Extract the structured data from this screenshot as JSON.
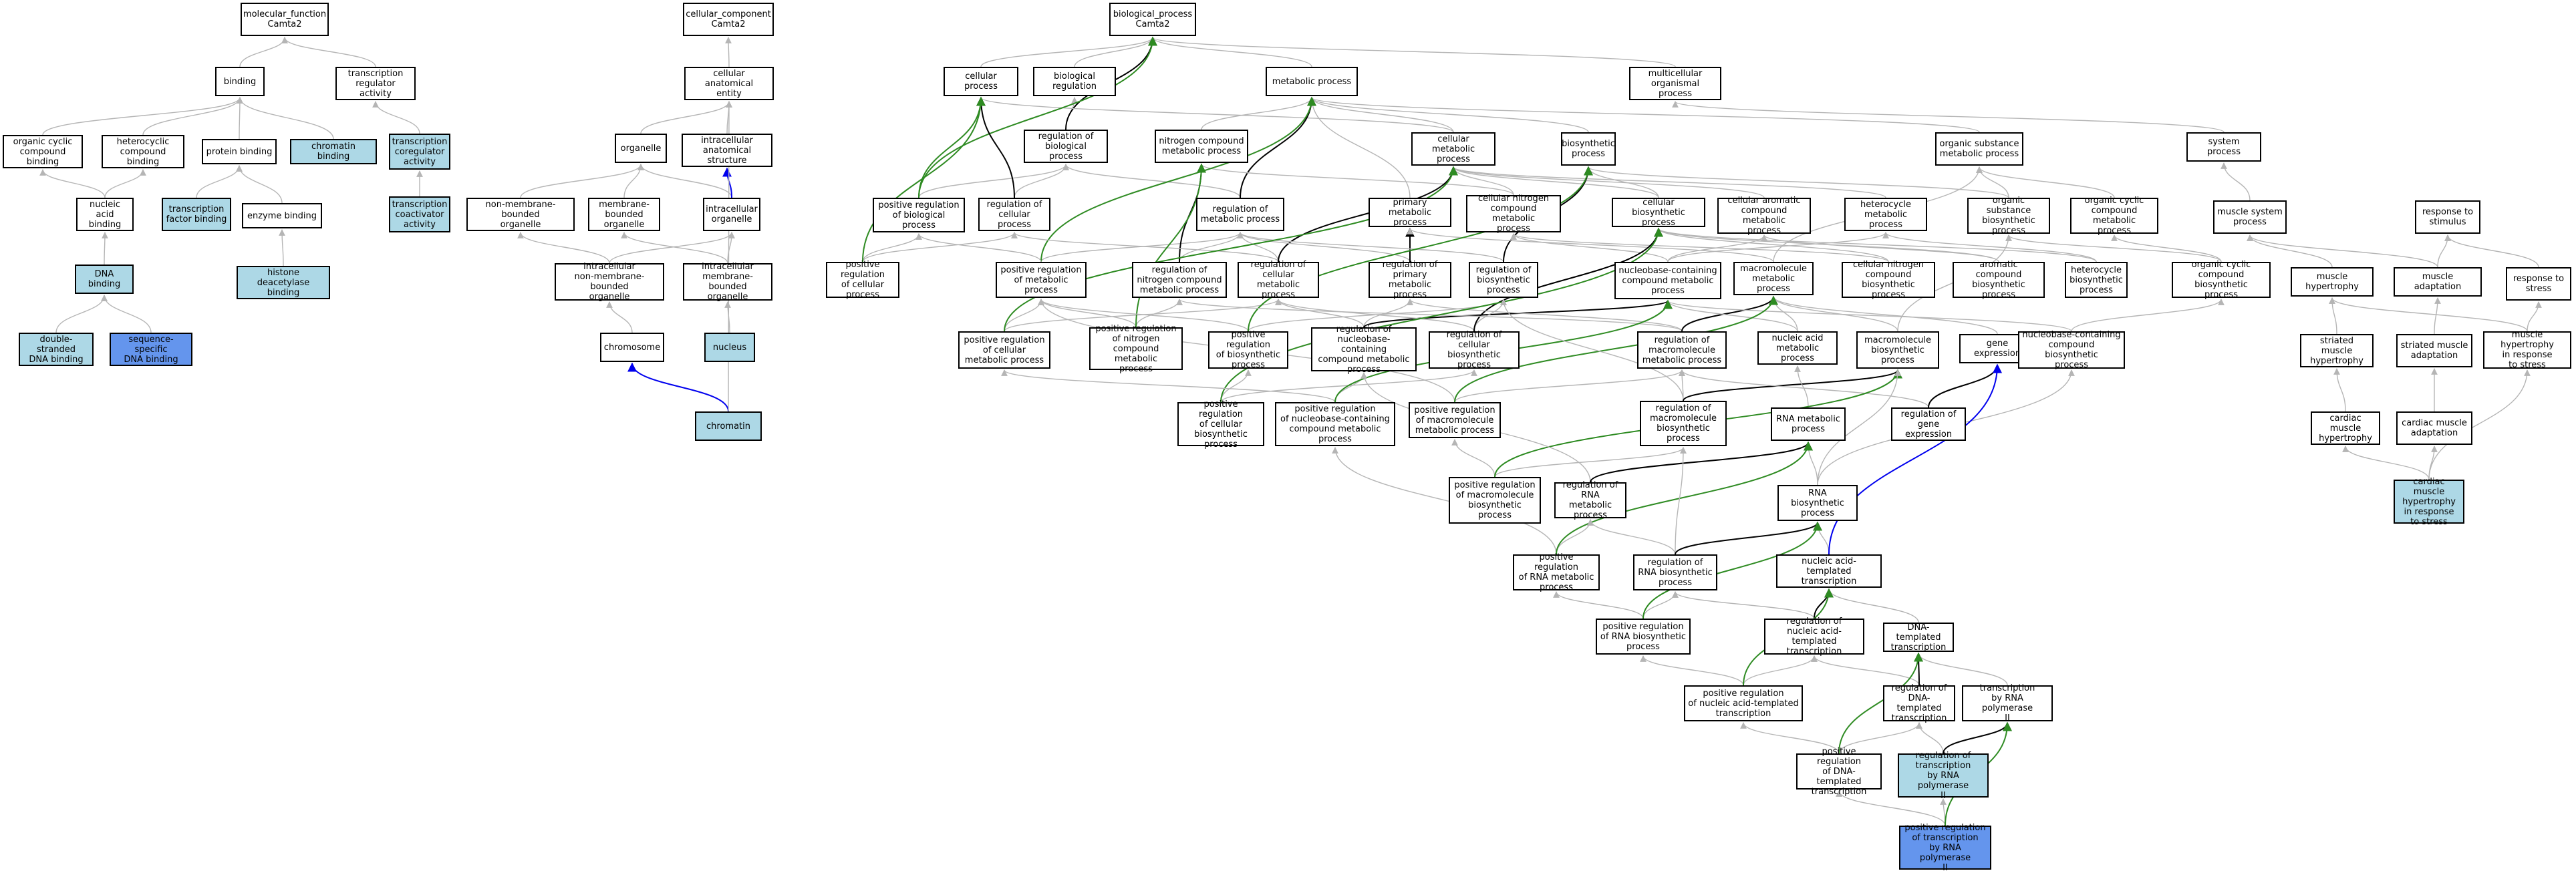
{
  "colors": {
    "gray": "#b5b5b5",
    "black": "#000000",
    "green": "#2e8b22",
    "blue": "#0000ee",
    "light": "#add8e6",
    "dark": "#6495ed"
  },
  "nodes": [
    {
      "id": "mf",
      "text": "molecular_function\nCamta2"
    },
    {
      "id": "binding",
      "text": "binding"
    },
    {
      "id": "trra",
      "text": "transcription\nregulator activity"
    },
    {
      "id": "occb",
      "text": "organic cyclic\ncompound binding"
    },
    {
      "id": "hcb",
      "text": "heterocyclic\ncompound binding"
    },
    {
      "id": "pb",
      "text": "protein binding"
    },
    {
      "id": "chrb",
      "text": "chromatin binding",
      "fill": "light"
    },
    {
      "id": "tcra",
      "text": "transcription\ncoregulator\nactivity",
      "fill": "light"
    },
    {
      "id": "nab",
      "text": "nucleic acid\nbinding"
    },
    {
      "id": "tfb",
      "text": "transcription\nfactor binding",
      "fill": "light"
    },
    {
      "id": "eb",
      "text": "enzyme binding"
    },
    {
      "id": "tcaa",
      "text": "transcription\ncoactivator\nactivity",
      "fill": "light"
    },
    {
      "id": "dnab",
      "text": "DNA binding",
      "fill": "light"
    },
    {
      "id": "hdb",
      "text": "histone deacetylase\nbinding",
      "fill": "light"
    },
    {
      "id": "dsdna",
      "text": "double-stranded\nDNA binding",
      "fill": "light"
    },
    {
      "id": "ssdna",
      "text": "sequence-specific\nDNA binding",
      "fill": "dark"
    },
    {
      "id": "cc",
      "text": "cellular_component\nCamta2"
    },
    {
      "id": "cae",
      "text": "cellular anatomical\nentity"
    },
    {
      "id": "org",
      "text": "organelle"
    },
    {
      "id": "ias",
      "text": "intracellular\nanatomical structure"
    },
    {
      "id": "nmbo",
      "text": "non-membrane-bounded\norganelle"
    },
    {
      "id": "mbo",
      "text": "membrane-bounded\norganelle"
    },
    {
      "id": "io",
      "text": "intracellular\norganelle"
    },
    {
      "id": "inmbo",
      "text": "intracellular\nnon-membrane-bounded\norganelle"
    },
    {
      "id": "imbo",
      "text": "intracellular\nmembrane-bounded\norganelle"
    },
    {
      "id": "chrom",
      "text": "chromosome"
    },
    {
      "id": "nuc",
      "text": "nucleus",
      "fill": "light"
    },
    {
      "id": "chromatin",
      "text": "chromatin",
      "fill": "light"
    },
    {
      "id": "bp",
      "text": "biological_process\nCamta2"
    },
    {
      "id": "cp",
      "text": "cellular process"
    },
    {
      "id": "br",
      "text": "biological regulation"
    },
    {
      "id": "mp",
      "text": "metabolic process"
    },
    {
      "id": "mop",
      "text": "multicellular\norganismal process"
    },
    {
      "id": "rbp",
      "text": "regulation of\nbiological process"
    },
    {
      "id": "ncmp",
      "text": "nitrogen compound\nmetabolic process"
    },
    {
      "id": "cmp",
      "text": "cellular metabolic\nprocess"
    },
    {
      "id": "bsp",
      "text": "biosynthetic\nprocess"
    },
    {
      "id": "osmp",
      "text": "organic substance\nmetabolic process"
    },
    {
      "id": "sysp",
      "text": "system process"
    },
    {
      "id": "prbp",
      "text": "positive regulation\nof biological\nprocess"
    },
    {
      "id": "rcp",
      "text": "regulation of\ncellular process"
    },
    {
      "id": "rmp",
      "text": "regulation of\nmetabolic process"
    },
    {
      "id": "pmp",
      "text": "primary metabolic\nprocess"
    },
    {
      "id": "cncmp",
      "text": "cellular nitrogen\ncompound metabolic\nprocess"
    },
    {
      "id": "cbsp",
      "text": "cellular biosynthetic\nprocess"
    },
    {
      "id": "cacmp",
      "text": "cellular aromatic\ncompound metabolic\nprocess"
    },
    {
      "id": "hmp",
      "text": "heterocycle\nmetabolic process"
    },
    {
      "id": "osbp",
      "text": "organic substance\nbiosynthetic\nprocess"
    },
    {
      "id": "occmp",
      "text": "organic cyclic\ncompound metabolic\nprocess"
    },
    {
      "id": "msp",
      "text": "muscle system\nprocess"
    },
    {
      "id": "rts",
      "text": "response to\nstimulus"
    },
    {
      "id": "prcp",
      "text": "positive regulation\nof cellular\nprocess"
    },
    {
      "id": "prmp",
      "text": "positive regulation\nof metabolic\nprocess"
    },
    {
      "id": "rncmp",
      "text": "regulation of\nnitrogen compound\nmetabolic process"
    },
    {
      "id": "rcmp",
      "text": "regulation of\ncellular metabolic\nprocess"
    },
    {
      "id": "rpmp",
      "text": "regulation of\nprimary metabolic\nprocess"
    },
    {
      "id": "rbsp",
      "text": "regulation of\nbiosynthetic\nprocess"
    },
    {
      "id": "nccmp",
      "text": "nucleobase-containing\ncompound metabolic\nprocess"
    },
    {
      "id": "mmp",
      "text": "macromolecule\nmetabolic process"
    },
    {
      "id": "cncbp",
      "text": "cellular nitrogen\ncompound biosynthetic\nprocess"
    },
    {
      "id": "acbp",
      "text": "aromatic compound\nbiosynthetic\nprocess"
    },
    {
      "id": "hbp",
      "text": "heterocycle\nbiosynthetic\nprocess"
    },
    {
      "id": "occbp",
      "text": "organic cyclic\ncompound biosynthetic\nprocess"
    },
    {
      "id": "mh",
      "text": "muscle hypertrophy"
    },
    {
      "id": "ma",
      "text": "muscle adaptation"
    },
    {
      "id": "rtstress",
      "text": "response to\nstress"
    },
    {
      "id": "prcmp",
      "text": "positive regulation\nof cellular\nmetabolic process"
    },
    {
      "id": "prncmp",
      "text": "positive regulation\nof nitrogen\ncompound metabolic\nprocess"
    },
    {
      "id": "prbsp",
      "text": "positive regulation\nof biosynthetic\nprocess"
    },
    {
      "id": "rnccmp",
      "text": "regulation of\nnucleobase-containing\ncompound metabolic\nprocess"
    },
    {
      "id": "rcbsp",
      "text": "regulation of\ncellular biosynthetic\nprocess"
    },
    {
      "id": "rmmp",
      "text": "regulation of\nmacromolecule\nmetabolic process"
    },
    {
      "id": "namp",
      "text": "nucleic acid\nmetabolic process"
    },
    {
      "id": "mbsp",
      "text": "macromolecule\nbiosynthetic\nprocess"
    },
    {
      "id": "ge",
      "text": "gene expression"
    },
    {
      "id": "nccbp",
      "text": "nucleobase-containing\ncompound biosynthetic\nprocess"
    },
    {
      "id": "smh",
      "text": "striated muscle\nhypertrophy"
    },
    {
      "id": "sma",
      "text": "striated muscle\nadaptation"
    },
    {
      "id": "mhrs",
      "text": "muscle hypertrophy\nin response\nto stress"
    },
    {
      "id": "prcbsp",
      "text": "positive regulation\nof cellular\nbiosynthetic\nprocess"
    },
    {
      "id": "prnccmp",
      "text": "positive regulation\nof nucleobase-containing\ncompound metabolic\nprocess"
    },
    {
      "id": "prmmp",
      "text": "positive regulation\nof macromolecule\nmetabolic process"
    },
    {
      "id": "rmbsp",
      "text": "regulation of\nmacromolecule\nbiosynthetic\nprocess"
    },
    {
      "id": "rnamp",
      "text": "RNA metabolic\nprocess"
    },
    {
      "id": "rge",
      "text": "regulation of\ngene expression"
    },
    {
      "id": "cmh",
      "text": "cardiac muscle\nhypertrophy"
    },
    {
      "id": "cma",
      "text": "cardiac muscle\nadaptation"
    },
    {
      "id": "prmbsp",
      "text": "positive regulation\nof macromolecule\nbiosynthetic\nprocess"
    },
    {
      "id": "rrnamp",
      "text": "regulation of\nRNA metabolic\nprocess"
    },
    {
      "id": "rnabsp",
      "text": "RNA biosynthetic\nprocess"
    },
    {
      "id": "cmhrs",
      "text": "cardiac muscle\nhypertrophy\nin response\nto stress",
      "fill": "light"
    },
    {
      "id": "prrnamp",
      "text": "positive regulation\nof RNA metabolic\nprocess"
    },
    {
      "id": "rrnabsp",
      "text": "regulation of\nRNA biosynthetic\nprocess"
    },
    {
      "id": "natt",
      "text": "nucleic acid-templated\ntranscription"
    },
    {
      "id": "prrnabsp",
      "text": "positive regulation\nof RNA biosynthetic\nprocess"
    },
    {
      "id": "rnatt",
      "text": "regulation of\nnucleic acid-templated\ntranscription"
    },
    {
      "id": "dtt",
      "text": "DNA-templated\ntranscription"
    },
    {
      "id": "prnatt",
      "text": "positive regulation\nof nucleic acid-templated\ntranscription"
    },
    {
      "id": "rdtt",
      "text": "regulation of\nDNA-templated\ntranscription"
    },
    {
      "id": "trp2",
      "text": "transcription\nby RNA polymerase\nII"
    },
    {
      "id": "prdtt",
      "text": "positive regulation\nof DNA-templated\ntranscription"
    },
    {
      "id": "rtrp2",
      "text": "regulation of\ntranscription\nby RNA polymerase\nII",
      "fill": "light"
    },
    {
      "id": "prtrp2",
      "text": "positive regulation\nof transcription\nby RNA polymerase\nII",
      "fill": "dark"
    }
  ],
  "edges": [
    [
      "binding",
      "mf",
      "gray"
    ],
    [
      "trra",
      "mf",
      "gray"
    ],
    [
      "occb",
      "binding",
      "gray"
    ],
    [
      "hcb",
      "binding",
      "gray"
    ],
    [
      "pb",
      "binding",
      "gray"
    ],
    [
      "chrb",
      "binding",
      "gray"
    ],
    [
      "tcra",
      "trra",
      "gray"
    ],
    [
      "nab",
      "occb",
      "gray"
    ],
    [
      "nab",
      "hcb",
      "gray"
    ],
    [
      "tfb",
      "pb",
      "gray"
    ],
    [
      "eb",
      "pb",
      "gray"
    ],
    [
      "tcaa",
      "tcra",
      "gray"
    ],
    [
      "dnab",
      "nab",
      "gray"
    ],
    [
      "hdb",
      "eb",
      "gray"
    ],
    [
      "dsdna",
      "dnab",
      "gray"
    ],
    [
      "ssdna",
      "dnab",
      "gray"
    ],
    [
      "cae",
      "cc",
      "gray"
    ],
    [
      "org",
      "cae",
      "gray"
    ],
    [
      "ias",
      "cae",
      "gray"
    ],
    [
      "nmbo",
      "org",
      "gray"
    ],
    [
      "mbo",
      "org",
      "gray"
    ],
    [
      "io",
      "org",
      "gray"
    ],
    [
      "io",
      "ias",
      "blue"
    ],
    [
      "inmbo",
      "nmbo",
      "gray"
    ],
    [
      "inmbo",
      "io",
      "gray"
    ],
    [
      "imbo",
      "mbo",
      "gray"
    ],
    [
      "imbo",
      "io",
      "gray"
    ],
    [
      "chrom",
      "inmbo",
      "gray"
    ],
    [
      "nuc",
      "imbo",
      "gray"
    ],
    [
      "chromatin",
      "chrom",
      "blue"
    ],
    [
      "chromatin",
      "cae",
      "gray"
    ],
    [
      "cp",
      "bp",
      "gray"
    ],
    [
      "br",
      "bp",
      "gray"
    ],
    [
      "mp",
      "bp",
      "gray"
    ],
    [
      "mop",
      "bp",
      "gray"
    ],
    [
      "osmp",
      "mp",
      "gray"
    ],
    [
      "rbp",
      "br",
      "gray"
    ],
    [
      "rbp",
      "bp",
      "black"
    ],
    [
      "ncmp",
      "mp",
      "gray"
    ],
    [
      "cmp",
      "mp",
      "gray"
    ],
    [
      "cmp",
      "cp",
      "gray"
    ],
    [
      "bsp",
      "mp",
      "gray"
    ],
    [
      "sysp",
      "mop",
      "gray"
    ],
    [
      "prbp",
      "rbp",
      "gray"
    ],
    [
      "prbp",
      "bp",
      "green"
    ],
    [
      "prbp",
      "cp",
      "green"
    ],
    [
      "rcp",
      "rbp",
      "gray"
    ],
    [
      "rcp",
      "cp",
      "black"
    ],
    [
      "rmp",
      "rbp",
      "gray"
    ],
    [
      "rmp",
      "mp",
      "black"
    ],
    [
      "pmp",
      "mp",
      "gray"
    ],
    [
      "cncmp",
      "cmp",
      "gray"
    ],
    [
      "cncmp",
      "ncmp",
      "gray"
    ],
    [
      "cbsp",
      "cmp",
      "gray"
    ],
    [
      "cbsp",
      "bsp",
      "gray"
    ],
    [
      "cacmp",
      "cmp",
      "gray"
    ],
    [
      "hmp",
      "cmp",
      "gray"
    ],
    [
      "osbp",
      "osmp",
      "gray"
    ],
    [
      "osbp",
      "bsp",
      "gray"
    ],
    [
      "occmp",
      "osmp",
      "gray"
    ],
    [
      "msp",
      "sysp",
      "gray"
    ],
    [
      "prcp",
      "prbp",
      "gray"
    ],
    [
      "prcp",
      "rcp",
      "gray"
    ],
    [
      "prcp",
      "cp",
      "green"
    ],
    [
      "prmp",
      "rmp",
      "gray"
    ],
    [
      "prmp",
      "mp",
      "green"
    ],
    [
      "prmp",
      "prbp",
      "gray"
    ],
    [
      "rncmp",
      "rmp",
      "gray"
    ],
    [
      "rncmp",
      "ncmp",
      "black"
    ],
    [
      "rcmp",
      "rmp",
      "gray"
    ],
    [
      "rcmp",
      "rcp",
      "gray"
    ],
    [
      "rcmp",
      "cmp",
      "black"
    ],
    [
      "rpmp",
      "rmp",
      "gray"
    ],
    [
      "rpmp",
      "pmp",
      "black"
    ],
    [
      "rbsp",
      "rmp",
      "gray"
    ],
    [
      "rbsp",
      "bsp",
      "black"
    ],
    [
      "nccmp",
      "cncmp",
      "gray"
    ],
    [
      "nccmp",
      "cacmp",
      "gray"
    ],
    [
      "nccmp",
      "hmp",
      "gray"
    ],
    [
      "mmp",
      "pmp",
      "gray"
    ],
    [
      "mmp",
      "osmp",
      "gray"
    ],
    [
      "cncbp",
      "cncmp",
      "gray"
    ],
    [
      "cncbp",
      "cbsp",
      "gray"
    ],
    [
      "acbp",
      "cacmp",
      "gray"
    ],
    [
      "acbp",
      "cbsp",
      "gray"
    ],
    [
      "hbp",
      "hmp",
      "gray"
    ],
    [
      "hbp",
      "cbsp",
      "gray"
    ],
    [
      "occbp",
      "occmp",
      "gray"
    ],
    [
      "occbp",
      "osbp",
      "gray"
    ],
    [
      "mh",
      "msp",
      "gray"
    ],
    [
      "ma",
      "msp",
      "gray"
    ],
    [
      "ma",
      "rts",
      "gray"
    ],
    [
      "rtstress",
      "rts",
      "gray"
    ],
    [
      "prcmp",
      "prmp",
      "gray"
    ],
    [
      "prcmp",
      "rcmp",
      "gray"
    ],
    [
      "prcmp",
      "cmp",
      "green"
    ],
    [
      "prncmp",
      "prmp",
      "gray"
    ],
    [
      "prncmp",
      "rncmp",
      "gray"
    ],
    [
      "prncmp",
      "ncmp",
      "green"
    ],
    [
      "prbsp",
      "prmp",
      "gray"
    ],
    [
      "prbsp",
      "rbsp",
      "gray"
    ],
    [
      "prbsp",
      "bsp",
      "green"
    ],
    [
      "rnccmp",
      "rcmp",
      "gray"
    ],
    [
      "rnccmp",
      "rpmp",
      "gray"
    ],
    [
      "rnccmp",
      "nccmp",
      "black"
    ],
    [
      "rcbsp",
      "rcmp",
      "gray"
    ],
    [
      "rcbsp",
      "rbsp",
      "gray"
    ],
    [
      "rcbsp",
      "cbsp",
      "black"
    ],
    [
      "rmmp",
      "rpmp",
      "gray"
    ],
    [
      "rmmp",
      "rncmp",
      "gray"
    ],
    [
      "rmmp",
      "mmp",
      "black"
    ],
    [
      "namp",
      "nccmp",
      "gray"
    ],
    [
      "namp",
      "mmp",
      "gray"
    ],
    [
      "mbsp",
      "mmp",
      "gray"
    ],
    [
      "mbsp",
      "osbp",
      "gray"
    ],
    [
      "ge",
      "mmp",
      "gray"
    ],
    [
      "nccbp",
      "nccmp",
      "gray"
    ],
    [
      "nccbp",
      "occbp",
      "gray"
    ],
    [
      "smh",
      "mh",
      "gray"
    ],
    [
      "sma",
      "ma",
      "gray"
    ],
    [
      "mhrs",
      "mh",
      "gray"
    ],
    [
      "mhrs",
      "rtstress",
      "gray"
    ],
    [
      "prcbsp",
      "prbsp",
      "gray"
    ],
    [
      "prcbsp",
      "rcbsp",
      "gray"
    ],
    [
      "prcbsp",
      "cbsp",
      "green"
    ],
    [
      "prnccmp",
      "prcmp",
      "gray"
    ],
    [
      "prnccmp",
      "rnccmp",
      "gray"
    ],
    [
      "prnccmp",
      "nccmp",
      "green"
    ],
    [
      "prmmp",
      "prmp",
      "gray"
    ],
    [
      "prmmp",
      "rmmp",
      "gray"
    ],
    [
      "prmmp",
      "mmp",
      "green"
    ],
    [
      "rmbsp",
      "rmmp",
      "gray"
    ],
    [
      "rmbsp",
      "rbsp",
      "gray"
    ],
    [
      "rmbsp",
      "mbsp",
      "black"
    ],
    [
      "rnamp",
      "namp",
      "gray"
    ],
    [
      "rge",
      "rmmp",
      "gray"
    ],
    [
      "rge",
      "ge",
      "black"
    ],
    [
      "cmh",
      "smh",
      "gray"
    ],
    [
      "cma",
      "sma",
      "gray"
    ],
    [
      "prmbsp",
      "prmmp",
      "gray"
    ],
    [
      "prmbsp",
      "rmbsp",
      "gray"
    ],
    [
      "prmbsp",
      "mbsp",
      "green"
    ],
    [
      "rrnamp",
      "rnccmp",
      "gray"
    ],
    [
      "rrnamp",
      "rnamp",
      "black"
    ],
    [
      "rnabsp",
      "rnamp",
      "gray"
    ],
    [
      "rnabsp",
      "nccbp",
      "gray"
    ],
    [
      "rnabsp",
      "mbsp",
      "gray"
    ],
    [
      "cmhrs",
      "cmh",
      "gray"
    ],
    [
      "cmhrs",
      "cma",
      "gray"
    ],
    [
      "cmhrs",
      "mhrs",
      "gray"
    ],
    [
      "prrnamp",
      "prnccmp",
      "gray"
    ],
    [
      "prrnamp",
      "rrnamp",
      "gray"
    ],
    [
      "prrnamp",
      "rnamp",
      "green"
    ],
    [
      "rrnabsp",
      "rmbsp",
      "gray"
    ],
    [
      "rrnabsp",
      "rrnamp",
      "gray"
    ],
    [
      "rrnabsp",
      "rnabsp",
      "black"
    ],
    [
      "natt",
      "rnabsp",
      "gray"
    ],
    [
      "natt",
      "ge",
      "blue"
    ],
    [
      "prrnabsp",
      "prrnamp",
      "gray"
    ],
    [
      "prrnabsp",
      "rrnabsp",
      "gray"
    ],
    [
      "prrnabsp",
      "rnabsp",
      "green"
    ],
    [
      "rnatt",
      "rrnabsp",
      "gray"
    ],
    [
      "rnatt",
      "natt",
      "black"
    ],
    [
      "dtt",
      "natt",
      "gray"
    ],
    [
      "prnatt",
      "prrnabsp",
      "gray"
    ],
    [
      "prnatt",
      "rnatt",
      "gray"
    ],
    [
      "prnatt",
      "natt",
      "green"
    ],
    [
      "rdtt",
      "rnatt",
      "gray"
    ],
    [
      "rdtt",
      "dtt",
      "black"
    ],
    [
      "trp2",
      "dtt",
      "gray"
    ],
    [
      "prdtt",
      "prnatt",
      "gray"
    ],
    [
      "prdtt",
      "rdtt",
      "gray"
    ],
    [
      "prdtt",
      "dtt",
      "green"
    ],
    [
      "rtrp2",
      "rdtt",
      "gray"
    ],
    [
      "rtrp2",
      "trp2",
      "black"
    ],
    [
      "prtrp2",
      "prdtt",
      "gray"
    ],
    [
      "prtrp2",
      "rtrp2",
      "gray"
    ],
    [
      "prtrp2",
      "trp2",
      "green"
    ]
  ]
}
